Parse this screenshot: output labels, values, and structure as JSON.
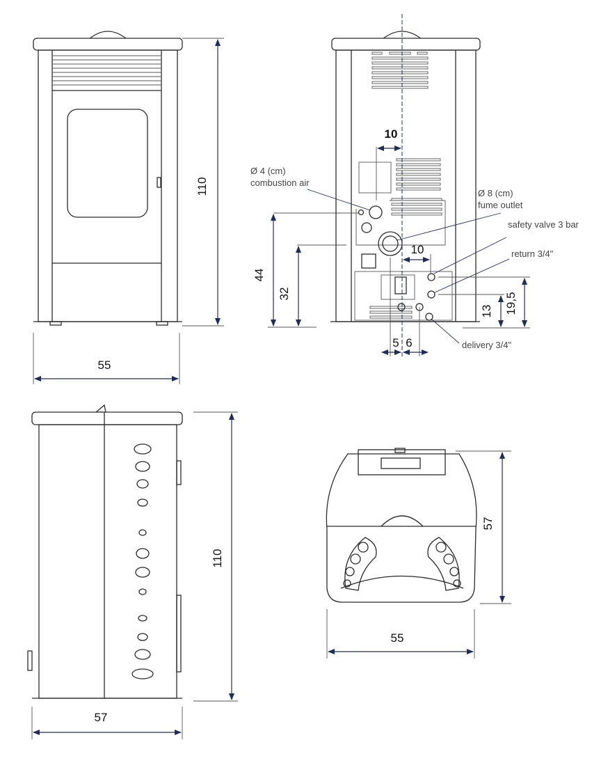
{
  "front_view": {
    "height_label": "110",
    "width_label": "55"
  },
  "rear_view": {
    "offset_top_label": "10",
    "offset_mid_label": "10",
    "height_44_label": "44",
    "height_32_label": "32",
    "left_offset_label": "5",
    "right_offset_label": "6",
    "height_13_label": "13",
    "height_19_5_label": "19,5",
    "callouts": {
      "combustion_air_size": "Ø 4 (cm)",
      "combustion_air": "combustion air",
      "fume_outlet_size": "Ø 8 (cm)",
      "fume_outlet": "fume outlet",
      "safety_valve": "safety valve 3 bar",
      "return": "return 3/4\"",
      "delivery": "delivery 3/4\""
    }
  },
  "side_view": {
    "height_label": "110",
    "depth_label": "57"
  },
  "top_view": {
    "depth_label": "57",
    "width_label": "55"
  }
}
